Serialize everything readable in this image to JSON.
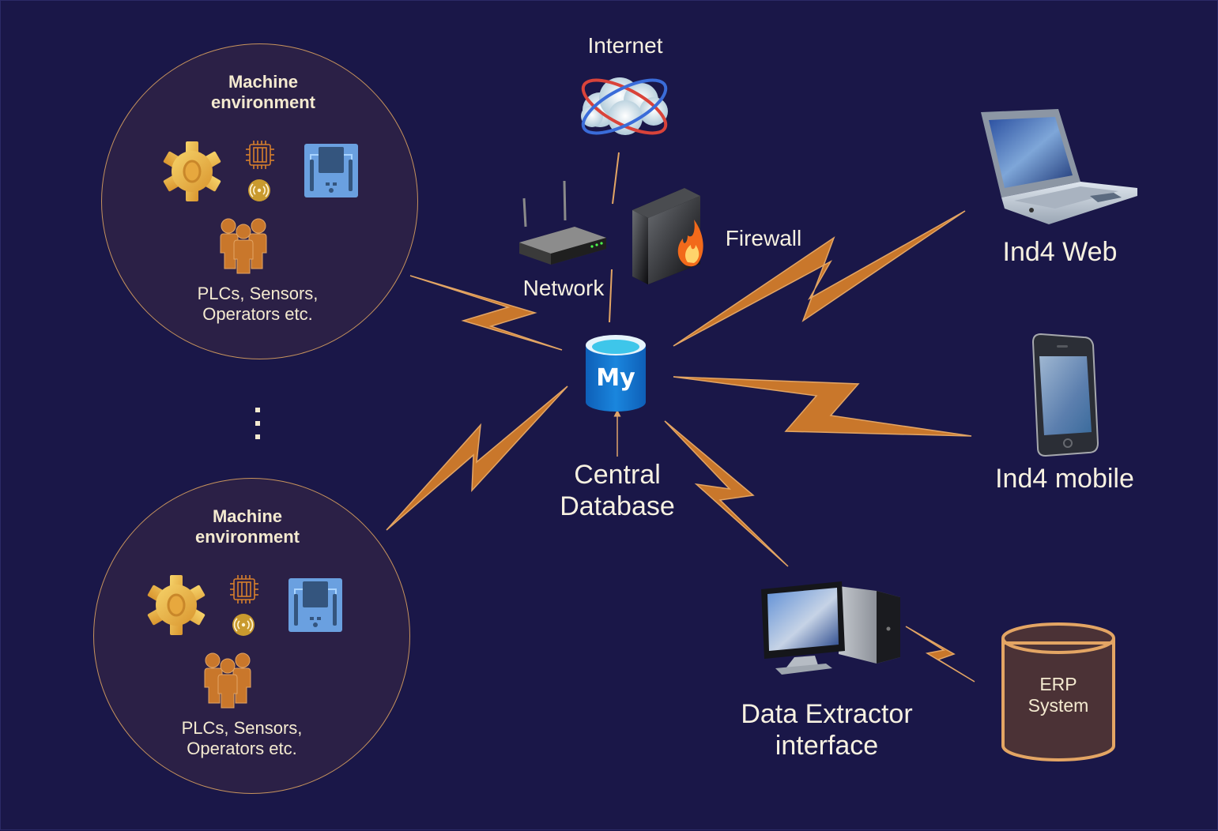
{
  "diagram": {
    "background": "#1a1748",
    "accent_bolt": "#c9772b",
    "accent_border": "#e3a564",
    "machine_environments": [
      {
        "title_line1": "Machine",
        "title_line2": "environment",
        "caption_line1": "PLCs, Sensors,",
        "caption_line2": "Operators etc.",
        "icons": [
          "gear-icon",
          "chip-icon",
          "wireless-sensor-icon",
          "plc-device-icon",
          "operators-group-icon"
        ]
      },
      {
        "title_line1": "Machine",
        "title_line2": "environment",
        "caption_line1": "PLCs, Sensors,",
        "caption_line2": "Operators etc.",
        "icons": [
          "gear-icon",
          "chip-icon",
          "wireless-sensor-icon",
          "plc-device-icon",
          "operators-group-icon"
        ]
      }
    ],
    "ellipsis": "⋮",
    "internet": {
      "label": "Internet",
      "icon": "cloud-globe-icon"
    },
    "network": {
      "label": "Network",
      "icon": "router-icon"
    },
    "firewall": {
      "label": "Firewall",
      "icon": "firewall-icon"
    },
    "central_db": {
      "label_line1": "Central",
      "label_line2": "Database",
      "logo_text": "My",
      "icon": "mysql-database-icon"
    },
    "web": {
      "label": "Ind4 Web",
      "icon": "laptop-icon"
    },
    "mobile": {
      "label": "Ind4 mobile",
      "icon": "smartphone-icon"
    },
    "extractor": {
      "label_line1": "Data Extractor",
      "label_line2": "interface",
      "icon": "desktop-computer-icon"
    },
    "erp": {
      "label_line1": "ERP",
      "label_line2": "System",
      "icon": "database-cylinder-icon"
    },
    "connections": [
      {
        "from": "machine-environment-1",
        "to": "central-database",
        "type": "wireless"
      },
      {
        "from": "machine-environment-2",
        "to": "central-database",
        "type": "wireless"
      },
      {
        "from": "central-database",
        "to": "ind4-web",
        "type": "wireless"
      },
      {
        "from": "central-database",
        "to": "ind4-mobile",
        "type": "wireless"
      },
      {
        "from": "central-database",
        "to": "data-extractor",
        "type": "wireless"
      },
      {
        "from": "data-extractor",
        "to": "erp-system",
        "type": "wireless"
      },
      {
        "from": "internet",
        "to": "network",
        "type": "wired"
      },
      {
        "from": "network",
        "to": "central-database",
        "type": "wired"
      },
      {
        "from": "central-database-label",
        "to": "central-database",
        "type": "arrow"
      }
    ]
  }
}
